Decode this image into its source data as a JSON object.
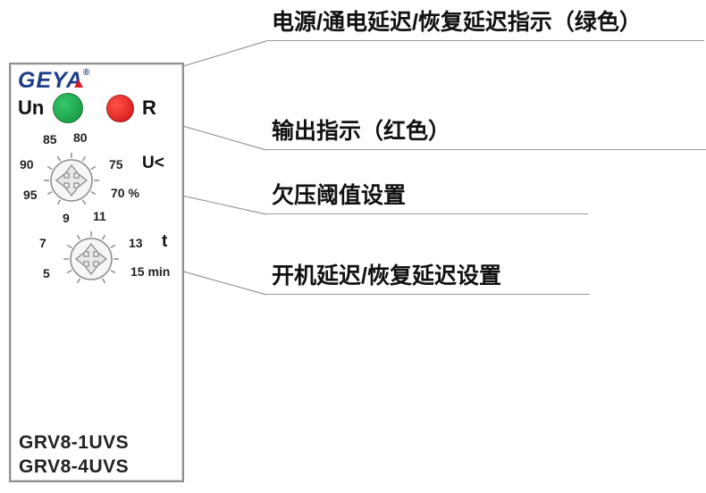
{
  "panel": {
    "logo": "GEYA",
    "logo_reg": "®",
    "leds": {
      "un_label": "Un",
      "r_label": "R"
    },
    "dial1": {
      "label": "U<",
      "ticks": [
        "85",
        "80",
        "90",
        "75",
        "95",
        "70 %"
      ]
    },
    "dial2": {
      "label": "t",
      "ticks": [
        "9",
        "11",
        "7",
        "13",
        "5",
        "15 min"
      ]
    },
    "models": [
      "GRV8-1UVS",
      "GRV8-4UVS"
    ]
  },
  "annotations": [
    {
      "text": "电源/通电延迟/恢复延迟指示（绿色）"
    },
    {
      "text": "输出指示（红色）"
    },
    {
      "text": "欠压阈值设置"
    },
    {
      "text": "开机延迟/恢复延迟设置"
    }
  ],
  "colors": {
    "green_led": "#1aa24a",
    "red_led": "#e4151b",
    "logo_blue": "#1c3e86",
    "callout_line": "#9a9a9a"
  }
}
